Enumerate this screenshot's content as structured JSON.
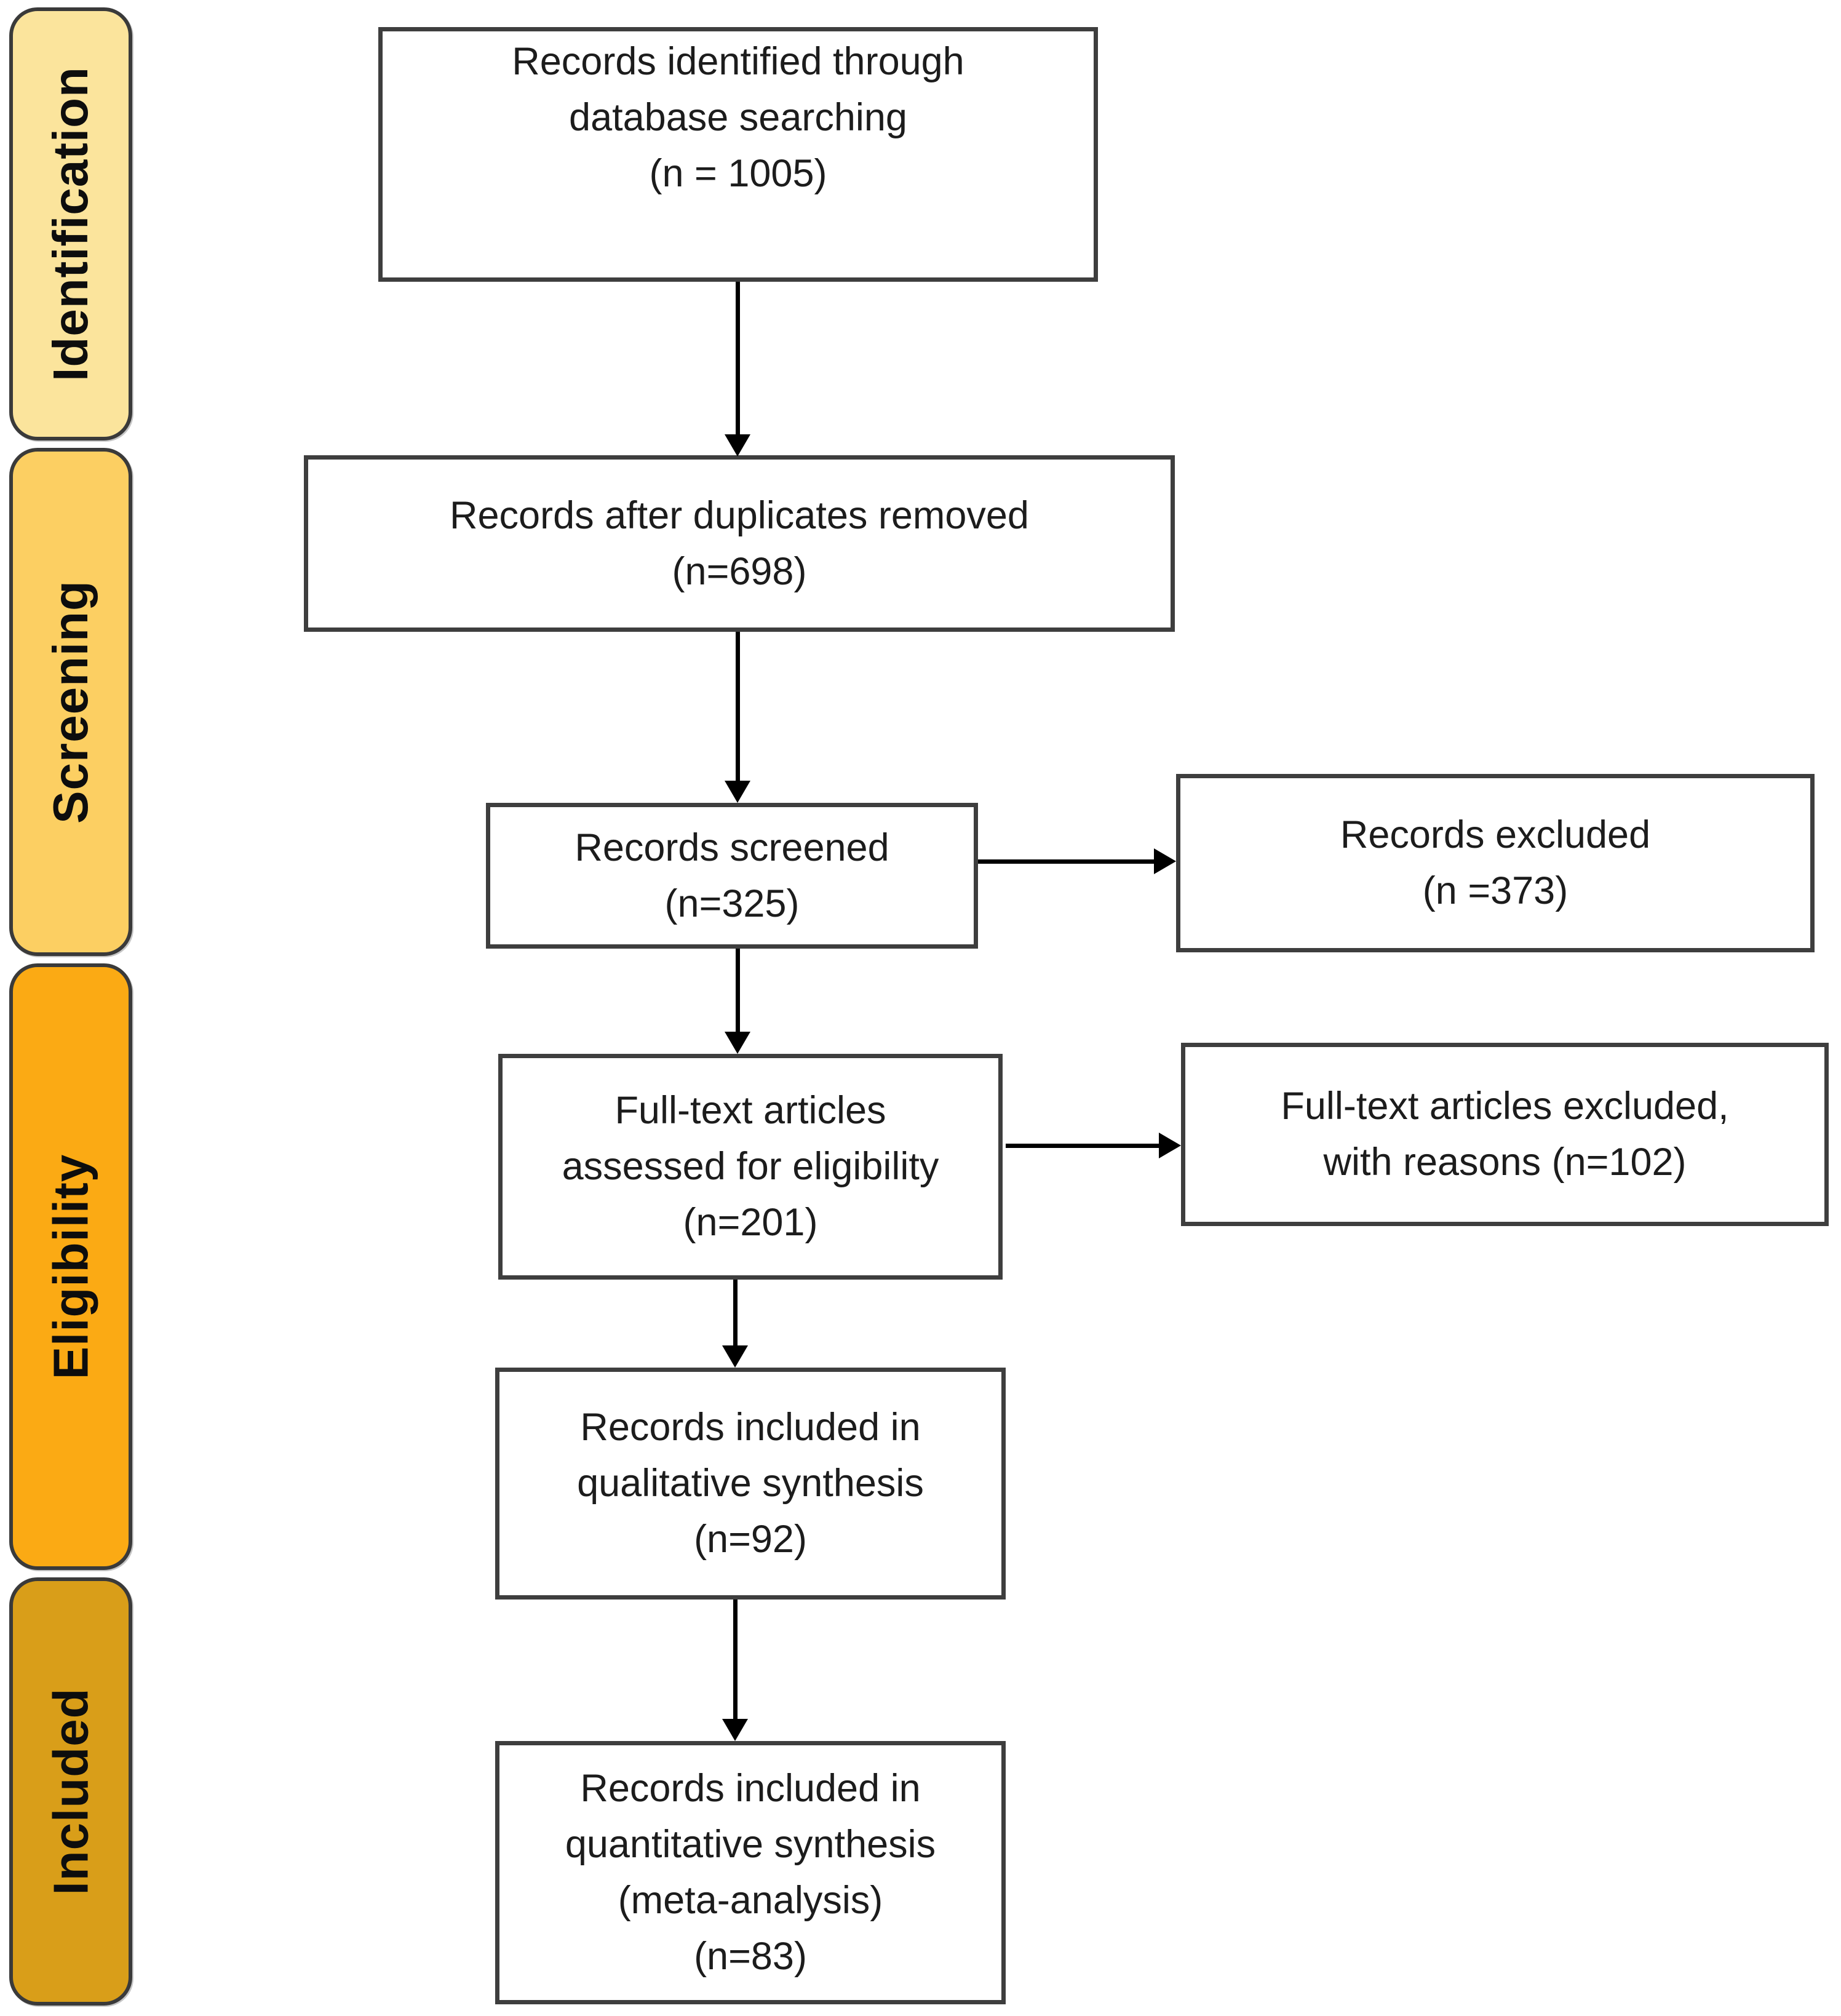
{
  "phases": [
    {
      "label": "Identification",
      "fill": "#fbe49c"
    },
    {
      "label": "Screening",
      "fill": "#fccf62"
    },
    {
      "label": "Eligibility",
      "fill": "#fbaa14"
    },
    {
      "label": "Included",
      "fill": "#d99e19"
    }
  ],
  "main_boxes": [
    {
      "name": "records-identified",
      "lines": [
        "Records identified through",
        "database searching",
        "(n = 1005)"
      ]
    },
    {
      "name": "records-deduplicated",
      "lines": [
        "Records after duplicates removed",
        "(n=698)"
      ]
    },
    {
      "name": "records-screened",
      "lines": [
        "Records screened",
        "(n=325)"
      ]
    },
    {
      "name": "fulltext-assessed",
      "lines": [
        "Full-text articles",
        "assessed for eligibility",
        "(n=201)"
      ]
    },
    {
      "name": "qualitative-synthesis",
      "lines": [
        "Records included in",
        "qualitative synthesis",
        "(n=92)"
      ]
    },
    {
      "name": "quantitative-synthesis",
      "lines": [
        "Records included in",
        "quantitative synthesis",
        "(meta-analysis)",
        "(n=83)"
      ]
    }
  ],
  "side_boxes": [
    {
      "name": "records-excluded",
      "lines": [
        "Records excluded",
        "(n =373)"
      ]
    },
    {
      "name": "fulltext-excluded",
      "lines": [
        "Full-text articles excluded,",
        "with reasons (n=102)"
      ]
    }
  ]
}
